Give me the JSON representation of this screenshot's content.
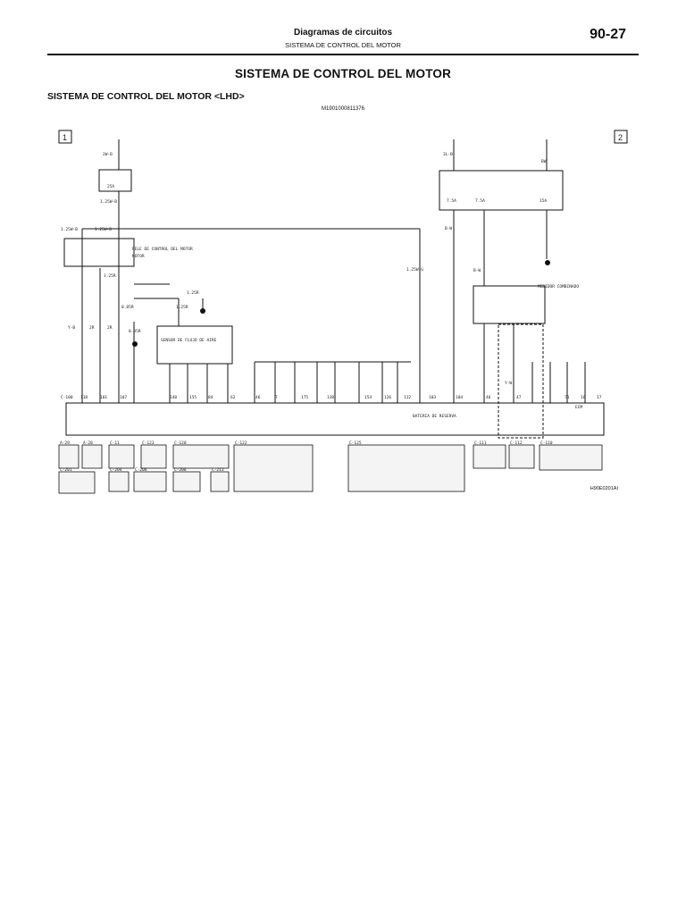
{
  "header": {
    "section_title": "Diagramas de circuitos",
    "section_subtitle": "SISTEMA DE CONTROL DEL MOTOR",
    "page_number": "90-27"
  },
  "main": {
    "title": "SISTEMA DE CONTROL DEL MOTOR",
    "subtitle": "SISTEMA DE CONTROL DEL MOTOR <LHD>",
    "doc_code": "M1901000811376",
    "ref_code": "H90E0201AI"
  },
  "diagram": {
    "page_markers": [
      "1",
      "2"
    ],
    "fuse_labels": [
      "25A",
      "7.5A",
      "7.5A",
      "15A"
    ],
    "relay_label": "RELE DE CONTROL DEL MOTOR",
    "wire_labels": [
      "1.25W-B",
      "1.25W-B",
      "2W-B",
      "1.25W-B",
      "1.25R",
      "1.25R",
      "0.85R",
      "0.85R",
      "1.25R",
      "1.25W-G",
      "Y-B",
      "2R",
      "2R",
      "3L-B",
      "BW",
      "B-W",
      "B-W",
      "Y-W"
    ],
    "terminal_numbers": [
      "118",
      "101",
      "107",
      "140",
      "155",
      "84",
      "62",
      "46",
      "7",
      "175",
      "138",
      "154",
      "126",
      "112",
      "103",
      "104",
      "46",
      "47",
      "71",
      "16",
      "17"
    ],
    "connector_ids": [
      "C-100",
      "A-29",
      "A-28",
      "C-11",
      "C-123",
      "C-120",
      "C-122",
      "C-125",
      "C-111",
      "C-112",
      "C-110",
      "C-201",
      "C-204",
      "C-206",
      "C-208",
      "C-213"
    ],
    "component_labels": [
      "SENSOR DE FLUJO DE AIRE",
      "MEDIDOR COMBINADO",
      "ECM",
      "BATERIA DE RESERVA",
      "MOTOR"
    ],
    "colors": {
      "line": "#111111",
      "paper": "#ffffff"
    }
  }
}
